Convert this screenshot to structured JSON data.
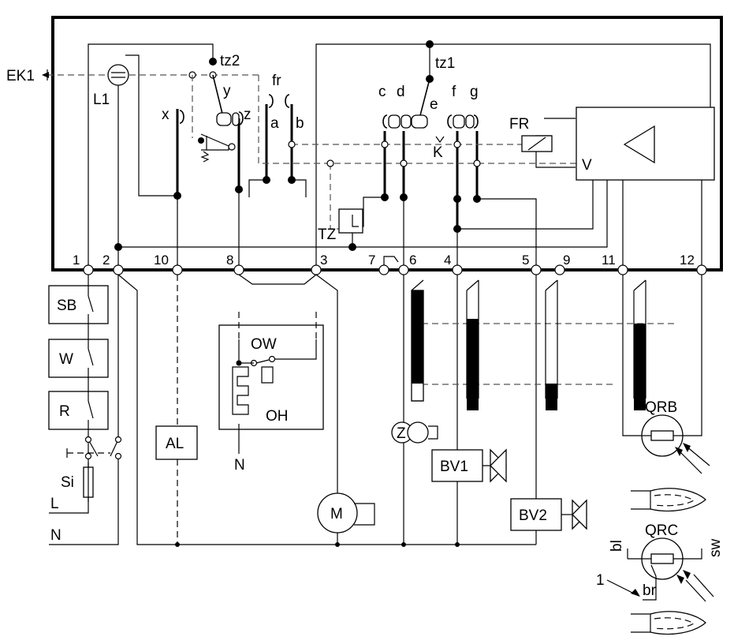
{
  "labels": {
    "ek1": "EK1",
    "l1": "L1",
    "tz2": "tz2",
    "tz1": "tz1",
    "x": "x",
    "y": "y",
    "z": "z",
    "fr_contact": "fr",
    "a": "a",
    "b": "b",
    "c": "c",
    "d": "d",
    "e": "e",
    "f": "f",
    "g": "g",
    "fr": "FR",
    "k": "K",
    "v": "V",
    "tz": "TZ",
    "sb": "SB",
    "w": "W",
    "r": "R",
    "si": "Si",
    "l": "L",
    "n_supply": "N",
    "al": "AL",
    "ow": "OW",
    "oh": "OH",
    "n_heater": "N",
    "m": "M",
    "z_ignition": "Z",
    "bv1": "BV1",
    "bv2": "BV2",
    "qrb": "QRB",
    "qrc": "QRC",
    "bl": "bl",
    "sw": "sw",
    "br": "br",
    "one": "1"
  },
  "terminals": [
    "1",
    "2",
    "10",
    "8",
    "3",
    "7",
    "6",
    "4",
    "5",
    "9",
    "11",
    "12"
  ]
}
